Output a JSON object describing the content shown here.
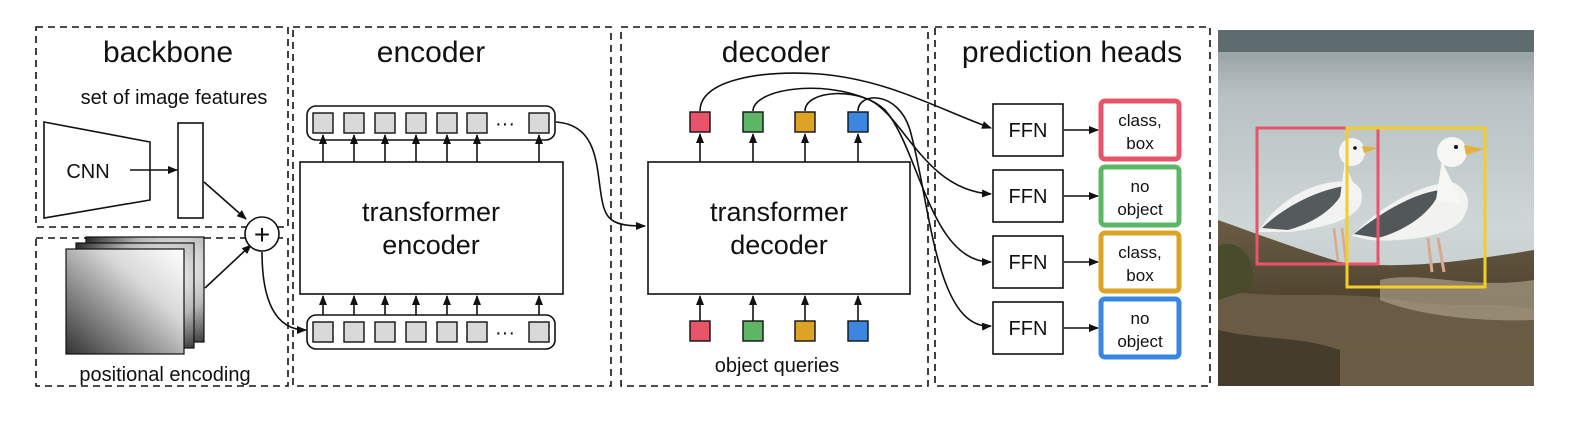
{
  "sections": {
    "backbone": "backbone",
    "encoder": "encoder",
    "decoder": "decoder",
    "prediction_heads": "prediction heads"
  },
  "backbone": {
    "cnn_label": "CNN",
    "features_label": "set of image features",
    "positional_label": "positional encoding",
    "sum_symbol": "+"
  },
  "encoder": {
    "block_line1": "transformer",
    "block_line2": "encoder",
    "ellipsis": "···"
  },
  "decoder": {
    "block_line1": "transformer",
    "block_line2": "decoder",
    "queries_label": "object queries",
    "query_colors": [
      "#e8556a",
      "#5db665",
      "#dca324",
      "#3a86e0"
    ]
  },
  "heads": [
    {
      "ffn": "FFN",
      "line1": "class,",
      "line2": "box",
      "color": "#e8556a"
    },
    {
      "ffn": "FFN",
      "line1": "no",
      "line2": "object",
      "color": "#5db665"
    },
    {
      "ffn": "FFN",
      "line1": "class,",
      "line2": "box",
      "color": "#dca324"
    },
    {
      "ffn": "FFN",
      "line1": "no",
      "line2": "object",
      "color": "#3a86e0"
    }
  ],
  "image": {
    "subject": "two seagulls standing on rocks",
    "box_colors": [
      "#e8556a",
      "#f2cd2c"
    ]
  }
}
